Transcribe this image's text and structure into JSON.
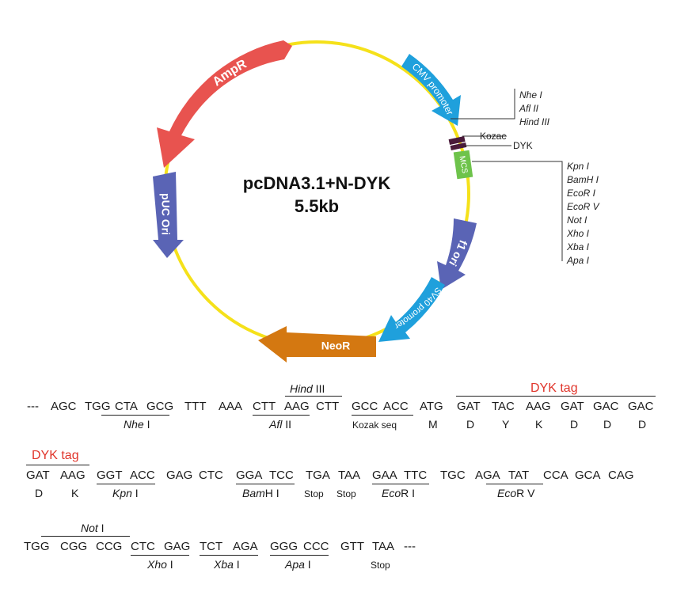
{
  "map": {
    "title": "pcDNA3.1+N-DYK",
    "size": "5.5kb",
    "features": {
      "ampr": "AmpR",
      "cmv": "CMV promoter",
      "mcs": "MCS",
      "f1": "f1 ori",
      "sv40": "SV40 promoter",
      "neor": "NeoR",
      "puc": "pUC Ori"
    },
    "upper_sites": [
      "Nhe I",
      "Afl II",
      "Hind III"
    ],
    "kozac": "Kozac",
    "dyk": "DYK",
    "lower_sites": [
      "Kpn I",
      "BamH I",
      "EcoR I",
      "EcoR V",
      "Not I",
      "Xho I",
      "Xba I",
      "Apa I"
    ],
    "colors": {
      "backbone": "#f5e11a",
      "ampr": "#e8534f",
      "cmv": "#1fa0dc",
      "mcs": "#6ec34b",
      "f1": "#5a64b5",
      "sv40": "#1fa0dc",
      "neor": "#d47811",
      "puc": "#5a64b5",
      "kozac_bar": "#4a1a3a"
    }
  },
  "sequence": {
    "line1": {
      "codons": [
        "---",
        "AGC",
        "TGG",
        "CTA",
        "GCG",
        "TTT",
        "AAA",
        "CTT",
        "AAG",
        "CTT",
        "GCC",
        "ACC",
        "ATG",
        "GAT",
        "TAC",
        "AAG",
        "GAT",
        "GAC",
        "GAC"
      ],
      "above": {
        "hind": {
          "name": "Hind",
          "suffix": " III"
        },
        "dyk": "DYK tag"
      },
      "below": {
        "nhe": {
          "name": "Nhe",
          "suffix": " I"
        },
        "afl": {
          "name": "Afl",
          "suffix": " II"
        },
        "kozak": "Kozak  seq",
        "aa": [
          "M",
          "D",
          "Y",
          "K",
          "D",
          "D",
          "D"
        ]
      }
    },
    "line2": {
      "dyk": "DYK tag",
      "codons": [
        "GAT",
        "AAG",
        "GGT",
        "ACC",
        "GAG",
        "CTC",
        "GGA",
        "TCC",
        "TGA",
        "TAA",
        "GAA",
        "TTC",
        "TGC",
        "AGA",
        "TAT",
        "CCA",
        "GCA",
        "CAG"
      ],
      "below": {
        "aa": [
          "D",
          "K"
        ],
        "kpn": {
          "name": "Kpn",
          "suffix": " I"
        },
        "bamh": {
          "name": "Bam",
          "suffix": "H I"
        },
        "stop1": "Stop",
        "stop2": "Stop",
        "ecori": {
          "name": "Eco",
          "suffix": "R I"
        },
        "ecorv": {
          "name": "Eco",
          "suffix": "R V"
        }
      }
    },
    "line3": {
      "above": {
        "not": {
          "name": "Not",
          "suffix": " I"
        }
      },
      "codons": [
        "TGG",
        "CGG",
        "CCG",
        "CTC",
        "GAG",
        "TCT",
        "AGA",
        "GGG",
        "CCC",
        "GTT",
        "TAA",
        "---"
      ],
      "below": {
        "xho": {
          "name": "Xho",
          "suffix": " I"
        },
        "xba": {
          "name": "Xba",
          "suffix": " I"
        },
        "apa": {
          "name": "Apa",
          "suffix": " I"
        },
        "stop": "Stop"
      }
    }
  }
}
